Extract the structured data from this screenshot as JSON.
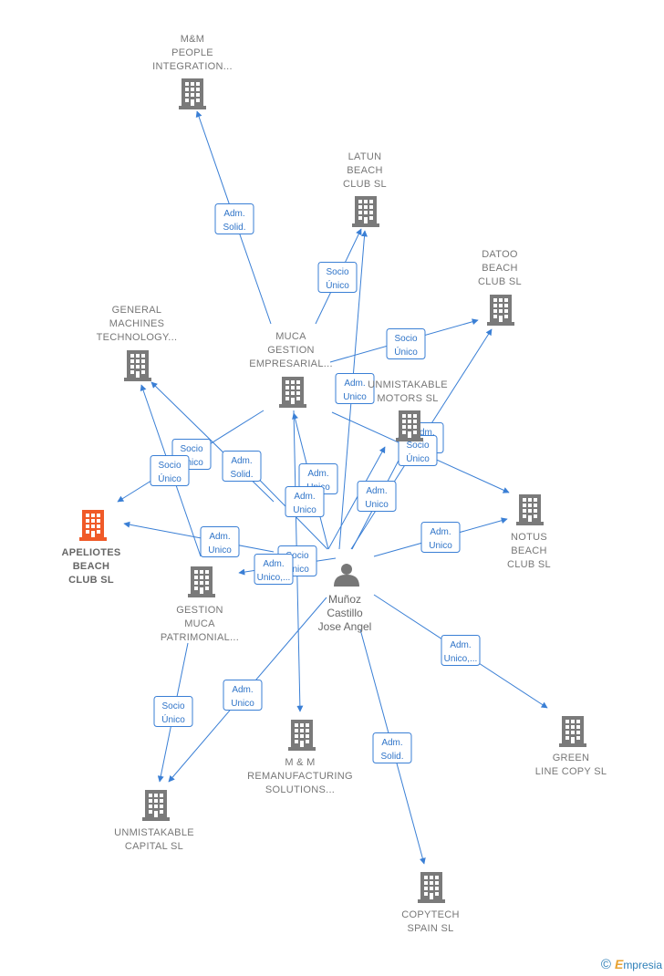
{
  "person": {
    "lines": [
      "Muñoz",
      "Castillo",
      "Jose Angel"
    ]
  },
  "companies": [
    {
      "id": "mm_people",
      "lines": [
        "M&M",
        "PEOPLE",
        "INTEGRATION..."
      ],
      "highlight": false
    },
    {
      "id": "latun",
      "lines": [
        "LATUN",
        "BEACH",
        "CLUB  SL"
      ],
      "highlight": false
    },
    {
      "id": "datoo",
      "lines": [
        "DATOO",
        "BEACH",
        "CLUB  SL"
      ],
      "highlight": false
    },
    {
      "id": "general",
      "lines": [
        "GENERAL",
        "MACHINES",
        "TECHNOLOGY..."
      ],
      "highlight": false
    },
    {
      "id": "muca_gestion",
      "lines": [
        "MUCA",
        "GESTION",
        "EMPRESARIAL..."
      ],
      "highlight": false
    },
    {
      "id": "unm_motors",
      "lines": [
        "UNMISTAKABLE",
        "MOTORS  SL"
      ],
      "highlight": false
    },
    {
      "id": "apeliotes",
      "lines": [
        "APELIOTES",
        "BEACH",
        "CLUB  SL"
      ],
      "highlight": true
    },
    {
      "id": "notus",
      "lines": [
        "NOTUS",
        "BEACH",
        "CLUB  SL"
      ],
      "highlight": false
    },
    {
      "id": "gestion_muca",
      "lines": [
        "GESTION",
        "MUCA",
        "PATRIMONIAL..."
      ],
      "highlight": false
    },
    {
      "id": "mm_reman",
      "lines": [
        "M & M",
        "REMANUFACTURING",
        "SOLUTIONS..."
      ],
      "highlight": false
    },
    {
      "id": "green",
      "lines": [
        "GREEN",
        "LINE COPY SL"
      ],
      "highlight": false
    },
    {
      "id": "unm_capital",
      "lines": [
        "UNMISTAKABLE",
        "CAPITAL  SL"
      ],
      "highlight": false
    },
    {
      "id": "copytech",
      "lines": [
        "COPYTECH",
        "SPAIN SL"
      ],
      "highlight": false
    }
  ],
  "edge_labels": [
    {
      "lines": [
        "Adm.",
        "Solid."
      ]
    },
    {
      "lines": [
        "Socio",
        "Único"
      ]
    },
    {
      "lines": [
        "Socio",
        "Único"
      ]
    },
    {
      "lines": [
        "Adm.",
        "Unico"
      ]
    },
    {
      "lines": [
        "Adm.",
        "Solid."
      ]
    },
    {
      "lines": [
        "Socio",
        "Único"
      ]
    },
    {
      "lines": [
        "Socio",
        "Único"
      ]
    },
    {
      "lines": [
        "Adm.",
        "Unico"
      ]
    },
    {
      "lines": [
        "Socio",
        "Único"
      ]
    },
    {
      "lines": [
        "Adm.",
        "Unico"
      ]
    },
    {
      "lines": [
        "Adm.",
        "Unico"
      ]
    },
    {
      "lines": [
        "Adm.",
        "Unico"
      ]
    },
    {
      "lines": [
        "Adm.",
        "Solid."
      ]
    },
    {
      "lines": [
        "Adm.",
        "Unico"
      ]
    },
    {
      "lines": [
        "Socio",
        "Único"
      ]
    },
    {
      "lines": [
        "Adm.",
        "Unico,..."
      ]
    },
    {
      "lines": [
        "Socio",
        "Único"
      ]
    },
    {
      "lines": [
        "Adm.",
        "Unico"
      ]
    },
    {
      "lines": [
        "Adm.",
        "Solid."
      ]
    },
    {
      "lines": [
        "Adm.",
        "Unico,..."
      ]
    }
  ],
  "colors": {
    "edge": "#3a7fd5",
    "building": "#7a7a7a",
    "building_highlight": "#f05a28",
    "label_border": "#3a7fd5"
  },
  "footer": {
    "copyright": "©",
    "brand_initial": "E",
    "brand_rest": "mpresia"
  }
}
